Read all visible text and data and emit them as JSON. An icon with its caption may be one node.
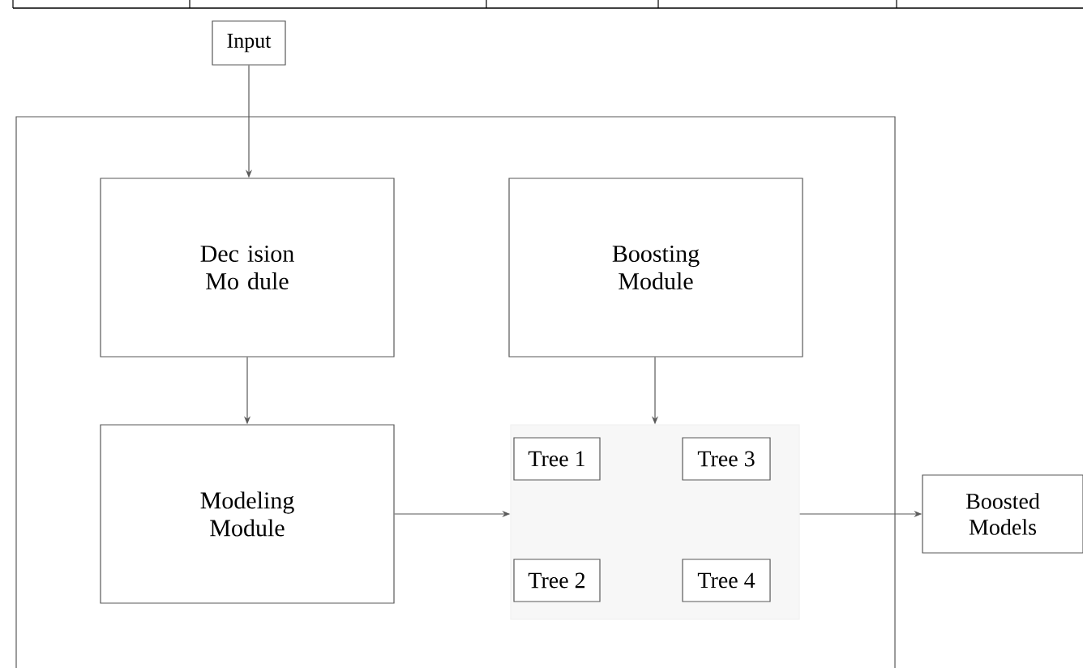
{
  "diagram": {
    "nodes": [
      {
        "text": [
          "Input"
        ]
      },
      {
        "text": [],
        "shape": "box"
      },
      {
        "text": [
          "Dec ision Mo dule"
        ],
        "in": 1
      },
      {
        "text": [
          "Boosting Module"
        ],
        "in": 1
      },
      {
        "text": [
          "Modeling Module"
        ],
        "in": 1
      },
      {
        "text": [],
        "shape": "box",
        "in": 1
      },
      {
        "text": [
          "Tree 1"
        ],
        "in": 5
      },
      {
        "text": [
          "Tree 3"
        ],
        "in": 5
      },
      {
        "text": [
          "Tree 2"
        ],
        "in": 5
      },
      {
        "text": [
          "Tree 4"
        ],
        "in": 5
      },
      {
        "text": [
          "Boosted Models"
        ]
      }
    ],
    "edges": [
      {
        "from": 0,
        "to": 2,
        "arrow": "to"
      },
      {
        "from": 2,
        "to": 4,
        "arrow": "to"
      },
      {
        "from": 3,
        "to": 5,
        "arrow": "to"
      },
      {
        "from": 4,
        "to": 5,
        "arrow": "to"
      },
      {
        "from": 5,
        "to": 10,
        "arrow": "to"
      }
    ]
  }
}
